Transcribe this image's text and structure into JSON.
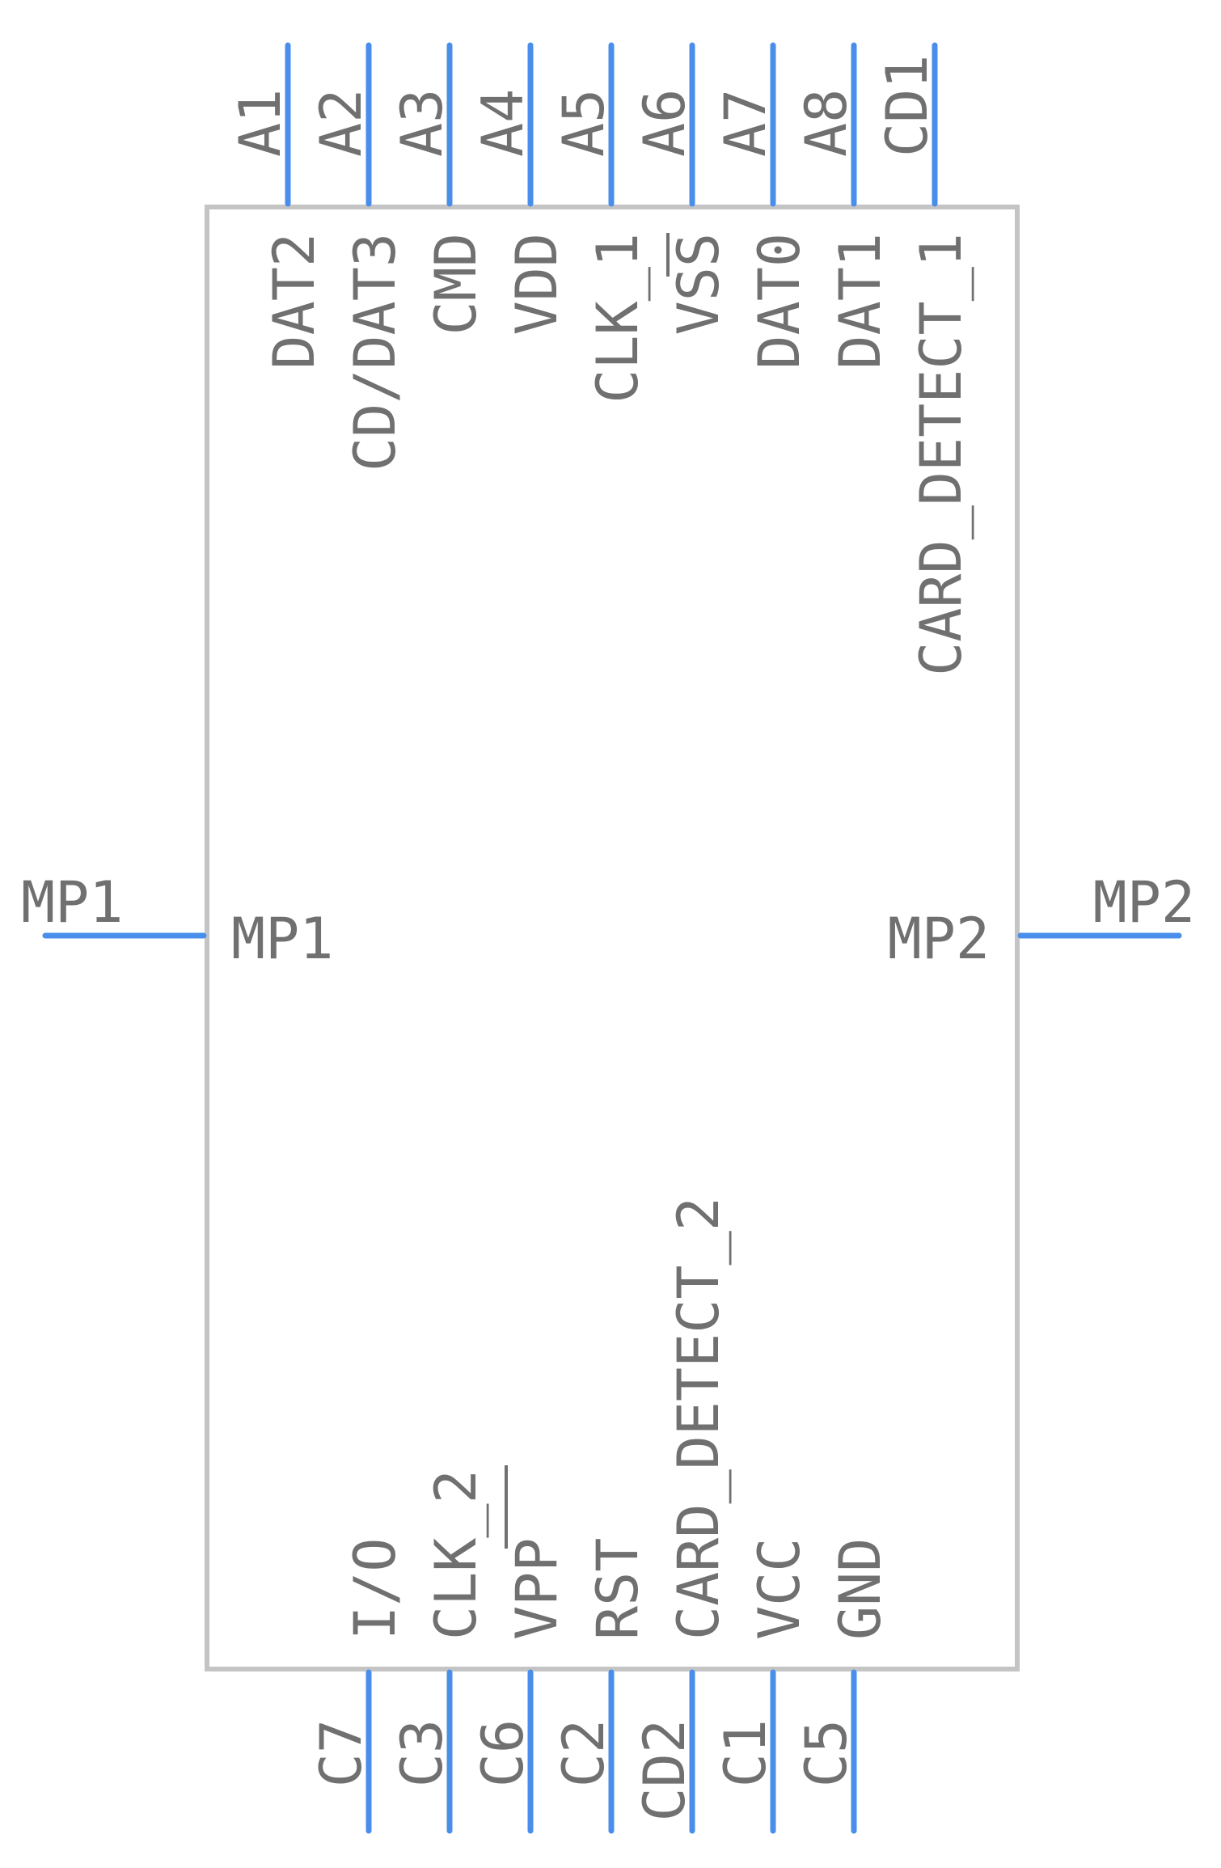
{
  "symbol": {
    "top_pins": [
      {
        "number": "A1",
        "name": "DAT2"
      },
      {
        "number": "A2",
        "name": "CD/DAT3"
      },
      {
        "number": "A3",
        "name": "CMD"
      },
      {
        "number": "A4",
        "name": "VDD"
      },
      {
        "number": "A5",
        "name": "CLK_1"
      },
      {
        "number": "A6",
        "name": "VSS"
      },
      {
        "number": "A7",
        "name": "DAT0"
      },
      {
        "number": "A8",
        "name": "DAT1"
      },
      {
        "number": "CD1",
        "name": "CARD_DETECT_1"
      }
    ],
    "bottom_pins": [
      {
        "number": "C7",
        "name": "I/O"
      },
      {
        "number": "C3",
        "name": "CLK_2"
      },
      {
        "number": "C6",
        "name": "VPP"
      },
      {
        "number": "C2",
        "name": "RST"
      },
      {
        "number": "CD2",
        "name": "CARD_DETECT_2"
      },
      {
        "number": "C1",
        "name": "VCC"
      },
      {
        "number": "C5",
        "name": "GND"
      }
    ],
    "left_pin": {
      "number": "MP1",
      "name": "MP1"
    },
    "right_pin": {
      "number": "MP2",
      "name": "MP2"
    }
  },
  "colors": {
    "pin": "#4a8eec",
    "body_outline": "#c4c4c4",
    "text": "#707070",
    "background": "#ffffff"
  }
}
